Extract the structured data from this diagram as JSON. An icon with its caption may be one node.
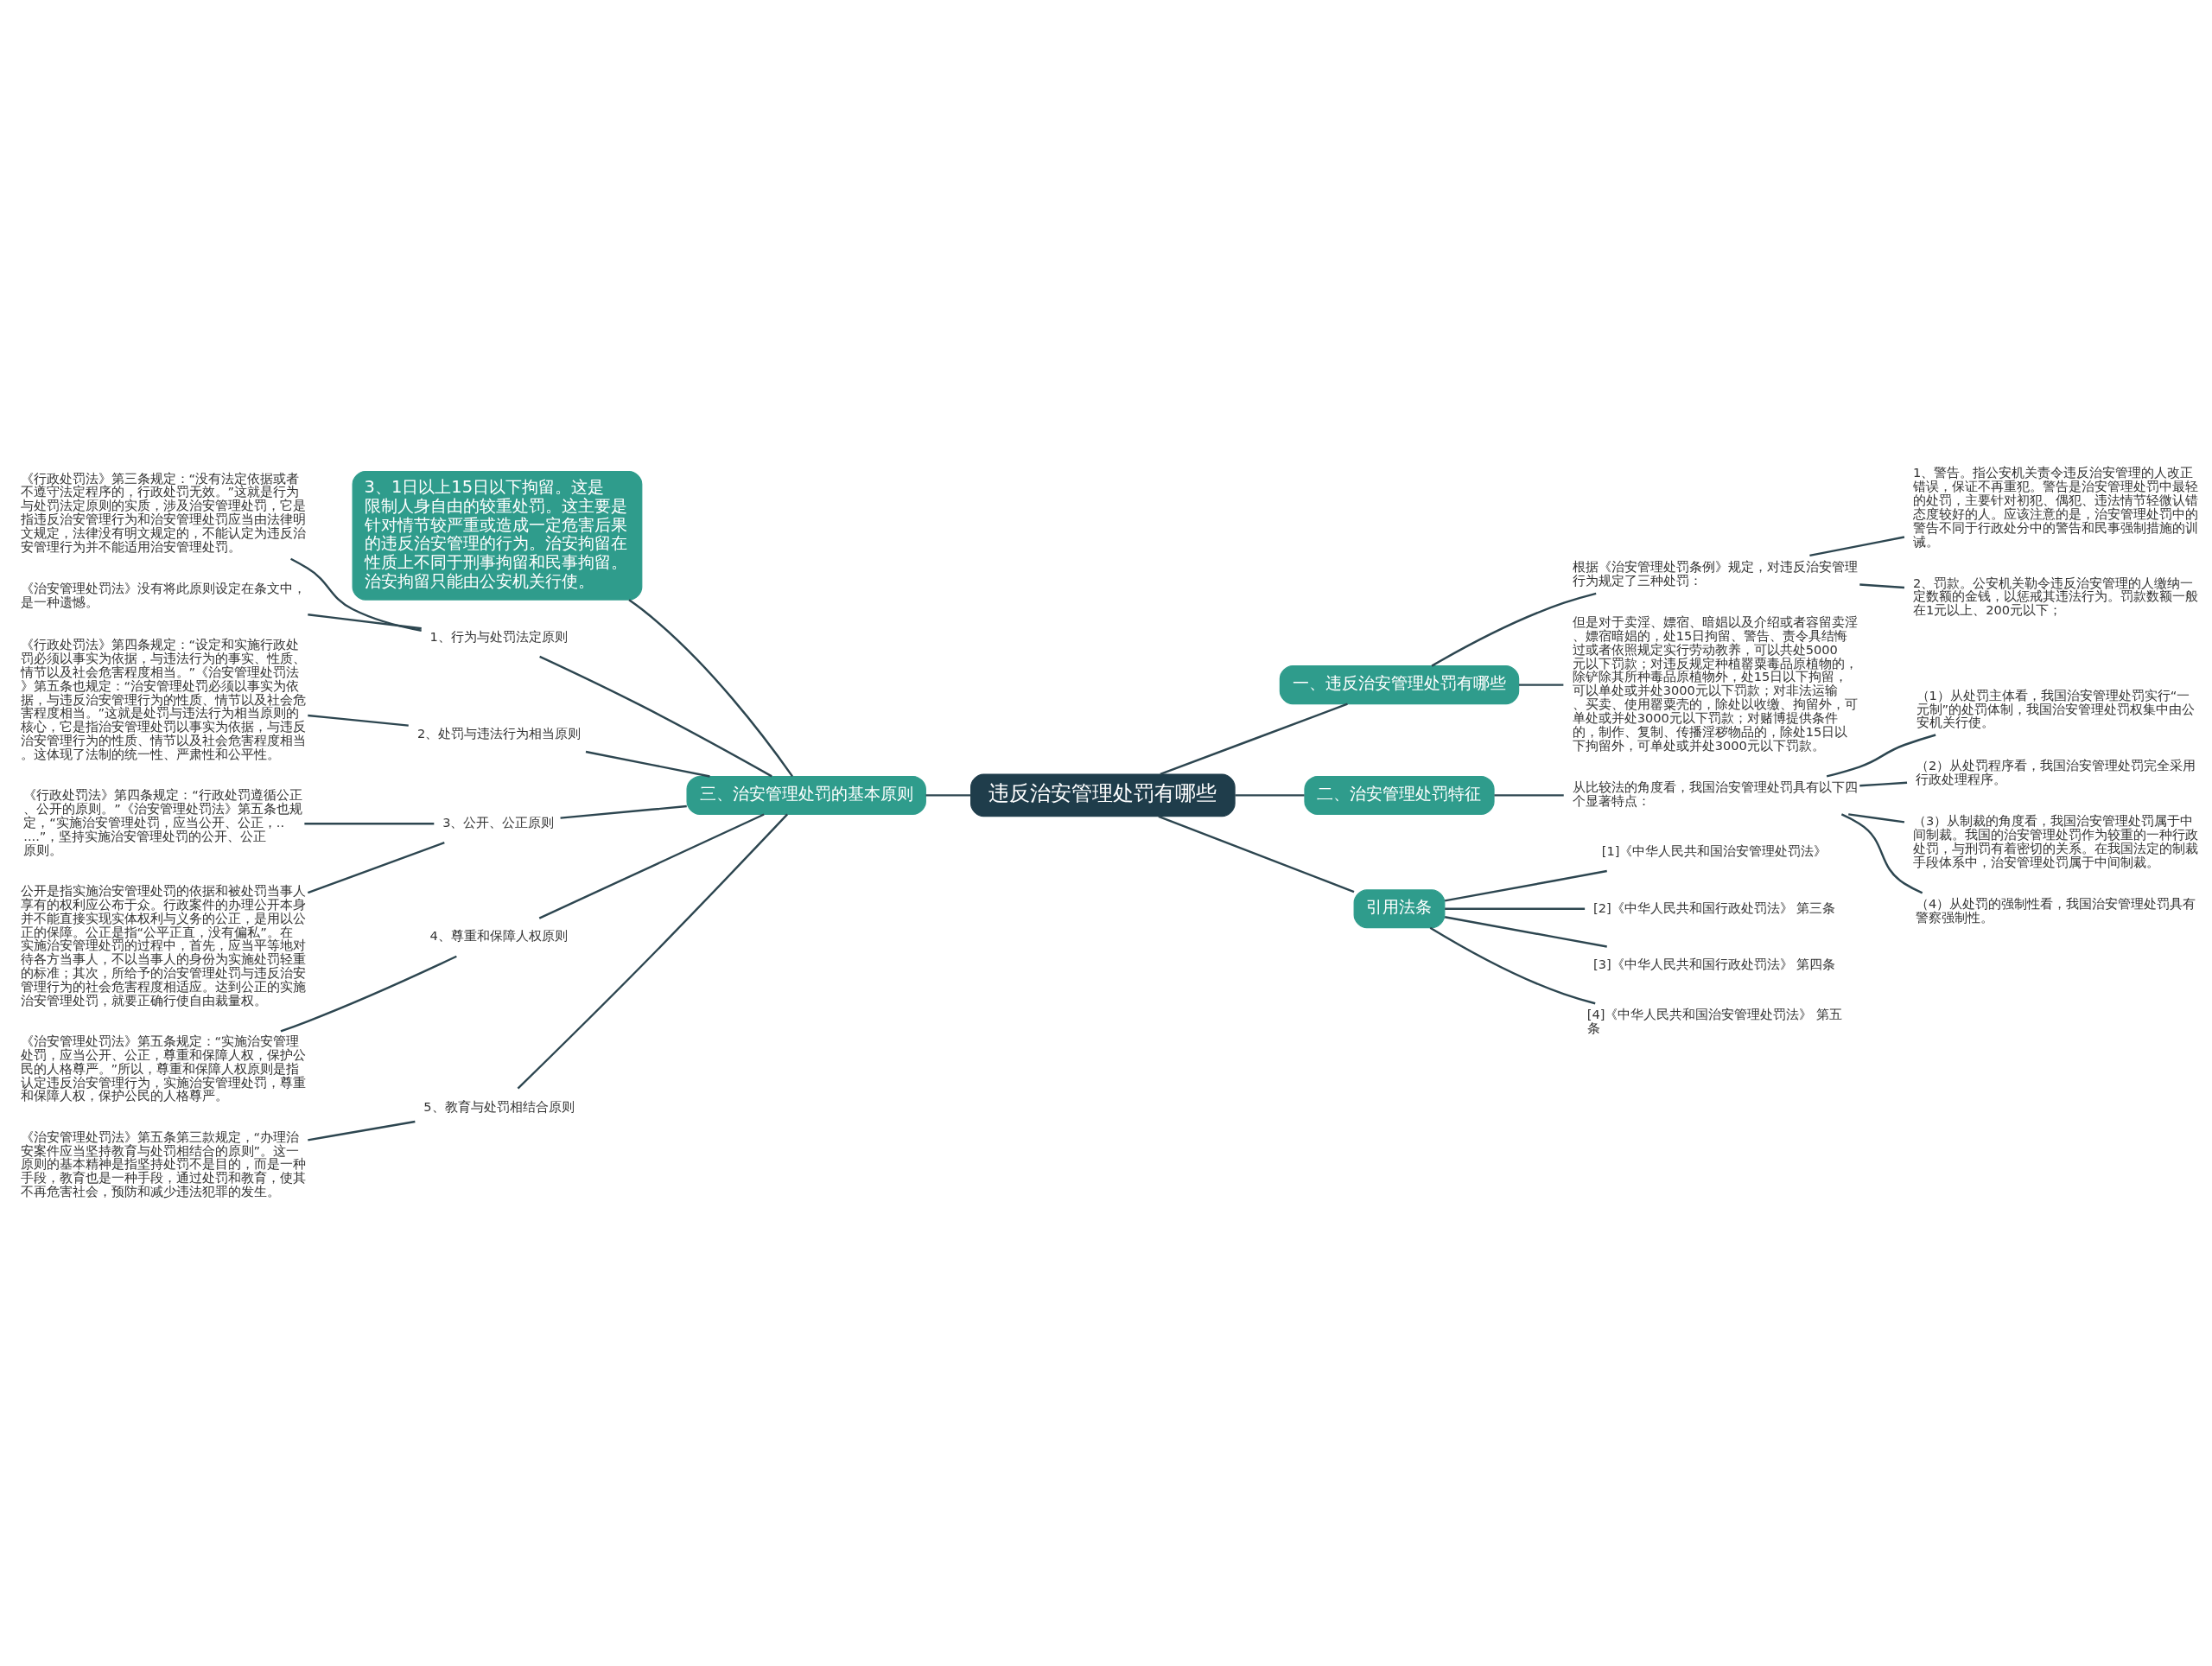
{
  "diagram": {
    "nodes": [
      {
        "text": [
          "违反治安管理处罚有哪些"
        ]
      },
      {
        "text": [
          "一、违反治安管理处罚有哪些"
        ]
      },
      {
        "text": [
          "根据《治安管理处罚条例》规定，对违反治安管理行为规定了三种处罚："
        ]
      },
      {
        "text": [
          "1、警告。指公安机关责令违反治安管理的人改正错误，保证不再重犯。警告是治安管理处罚中最轻的处罚，主要针对初犯、偶犯、违法情节轻微认错态度较好的人。应该注意的是，治安管理处罚中的警告不同于行政处分中的警告和民事强制措施的训诫。"
        ]
      },
      {
        "text": [
          "2、罚款。公安机关勒令违反治安管理的人缴纳一定数额的金钱，以惩戒其违法行为。罚款数额一般在1元以上、200元以下；"
        ]
      },
      {
        "text": [
          "但是对于卖淫、嫖宿、暗娼以及介绍或者容留卖淫、嫖宿暗娼的，处15日拘留、警告、责令具结悔过或者依照规定实行劳动教养，可以共处5000元以下罚款；对违反规定种植罂粟毒品原植物的，除铲除其所种毒品原植物外，处15日以下拘留，可以单处或并处3000元以下罚款；对非法运输、买卖、使用罂粟壳的，除处以收缴、拘留外，可单处或并处3000元以下罚款；对赌博提供条件的，制作、复制、传播淫秽物品的，除处15日以下拘留外，可单处或并处3000元以下罚款。"
        ]
      },
      {
        "text": [
          "二、治安管理处罚特征"
        ]
      },
      {
        "text": [
          "从比较法的角度看，我国治安管理处罚具有以下四个显著特点："
        ]
      },
      {
        "text": [
          "（1）从处罚主体看，我国治安管理处罚实行“一元制”的处罚体制，我国治安管理处罚权集中由公安机关行使。"
        ]
      },
      {
        "text": [
          "（2）从处罚程序看，我国治安管理处罚完全采用行政处理程序。"
        ]
      },
      {
        "text": [
          "（3）从制裁的角度看，我国治安管理处罚属于中间制裁。我国的治安管理处罚作为较重的一种行政处罚，与刑罚有着密切的关系。在我国法定的制裁手段体系中，治安管理处罚属于中间制裁。"
        ]
      },
      {
        "text": [
          "（4）从处罚的强制性看，我国治安管理处罚具有警察强制性。"
        ]
      },
      {
        "text": [
          "引用法条"
        ]
      },
      {
        "text": [
          "[1]《中华人民共和国治安管理处罚法》"
        ]
      },
      {
        "text": [
          "[2]《中华人民共和国行政处罚法》 第三条"
        ]
      },
      {
        "text": [
          "[3]《中华人民共和国行政处罚法》 第四条"
        ]
      },
      {
        "text": [
          "[4]《中华人民共和国治安管理处罚法》 第五条"
        ]
      },
      {
        "text": [
          "三、治安管理处罚的基本原则"
        ]
      },
      {
        "text": [
          "3、1日以上15日以下拘留。这是限制人身自由的较重处罚。这主要是针对情节较严重或造成一定危害后果的违反治安管理的行为。治安拘留在性质上不同于刑事拘留和民事拘留。治安拘留只能由公安机关行使。"
        ]
      },
      {
        "text": [
          "1、行为与处罚法定原则"
        ]
      },
      {
        "text": [
          "《行政处罚法》第三条规定：“没有法定依据或者不遵守法定程序的，行政处罚无效。”这就是行为与处罚法定原则的实质，涉及治安管理处罚，它是指违反治安管理行为和治安管理处罚应当由法律明文规定，法律没有明文规定的，不能认定为违反治安管理行为并不能适用治安管理处罚。"
        ]
      },
      {
        "text": [
          "《治安管理处罚法》没有将此原则设定在条文中，是一种遗憾。"
        ]
      },
      {
        "text": [
          "2、处罚与违法行为相当原则"
        ]
      },
      {
        "text": [
          "《行政处罚法》第四条规定：“设定和实施行政处罚必须以事实为依据，与违法行为的事实、性质、情节以及社会危害程度相当。”《治安管理处罚法》第五条也规定：“治安管理处罚必须以事实为依据，与违反治安管理行为的性质、情节以及社会危害程度相当。”这就是处罚与违法行为相当原则的核心，它是指治安管理处罚以事实为依据，与违反治安管理行为的性质、情节以及社会危害程度相当。这体现了法制的统一性、严肃性和公平性。"
        ]
      },
      {
        "text": [
          "3、公开、公正原则"
        ]
      },
      {
        "text": [
          "《行政处罚法》第四条规定：“行政处罚遵循公正、公开的原则。”《治安管理处罚法》第五条也规定，“实施治安管理处罚，应当公开、公正，......”，坚持实施治安管理处罚的公开、公正原则。"
        ]
      },
      {
        "text": [
          "公开是指实施治安管理处罚的依据和被处罚当事人享有的权利应公布于众。行政案件的办理公开本身并不能直接实现实体权利与义务的公正，是用以公正的保障。公正是指“公平正直，没有偏私”。在实施治安管理处罚的过程中，首先，应当平等地对待各方当事人，不以当事人的身份为实施处罚轻重的标准；其次，所给予的治安管理处罚与违反治安管理行为的社会危害程度相适应。达到公正的实施治安管理处罚，就要正确行使自由裁量权。"
        ]
      },
      {
        "text": [
          "4、尊重和保障人权原则"
        ]
      },
      {
        "text": [
          "《治安管理处罚法》第五条规定：“实施治安管理处罚，应当公开、公正，尊重和保障人权，保护公民的人格尊严。”所以，尊重和保障人权原则是指认定违反治安管理行为，实施治安管理处罚，尊重和保障人权，保护公民的人格尊严。"
        ]
      },
      {
        "text": [
          "5、教育与处罚相结合原则"
        ]
      },
      {
        "text": [
          "《治安管理处罚法》第五条第三款规定，“办理治安案件应当坚持教育与处罚相结合的原则”。这一原则的基本精神是指坚持处罚不是目的，而是一种手段，教育也是一种手段，通过处罚和教育，使其不再危害社会，预防和减少违法犯罪的发生。"
        ]
      }
    ],
    "edges": [
      {
        "from": 0,
        "to": 1,
        "arrow": "none"
      },
      {
        "from": 1,
        "to": 2,
        "arrow": "none"
      },
      {
        "from": 2,
        "to": 3,
        "arrow": "none"
      },
      {
        "from": 2,
        "to": 4,
        "arrow": "none"
      },
      {
        "from": 1,
        "to": 5,
        "arrow": "none"
      },
      {
        "from": 0,
        "to": 6,
        "arrow": "none"
      },
      {
        "from": 6,
        "to": 7,
        "arrow": "none"
      },
      {
        "from": 7,
        "to": 8,
        "arrow": "none"
      },
      {
        "from": 7,
        "to": 9,
        "arrow": "none"
      },
      {
        "from": 7,
        "to": 10,
        "arrow": "none"
      },
      {
        "from": 7,
        "to": 11,
        "arrow": "none"
      },
      {
        "from": 0,
        "to": 12,
        "arrow": "none"
      },
      {
        "from": 12,
        "to": 13,
        "arrow": "none"
      },
      {
        "from": 12,
        "to": 14,
        "arrow": "none"
      },
      {
        "from": 12,
        "to": 15,
        "arrow": "none"
      },
      {
        "from": 12,
        "to": 16,
        "arrow": "none"
      },
      {
        "from": 0,
        "to": 17,
        "arrow": "none"
      },
      {
        "from": 17,
        "to": 18,
        "arrow": "none"
      },
      {
        "from": 17,
        "to": 19,
        "arrow": "none"
      },
      {
        "from": 19,
        "to": 20,
        "arrow": "none"
      },
      {
        "from": 19,
        "to": 21,
        "arrow": "none"
      },
      {
        "from": 17,
        "to": 22,
        "arrow": "none"
      },
      {
        "from": 22,
        "to": 23,
        "arrow": "none"
      },
      {
        "from": 17,
        "to": 24,
        "arrow": "none"
      },
      {
        "from": 24,
        "to": 25,
        "arrow": "none"
      },
      {
        "from": 24,
        "to": 26,
        "arrow": "none"
      },
      {
        "from": 17,
        "to": 27,
        "arrow": "none"
      },
      {
        "from": 27,
        "to": 28,
        "arrow": "none"
      },
      {
        "from": 17,
        "to": 29,
        "arrow": "none"
      },
      {
        "from": 29,
        "to": 30,
        "arrow": "none"
      }
    ]
  }
}
